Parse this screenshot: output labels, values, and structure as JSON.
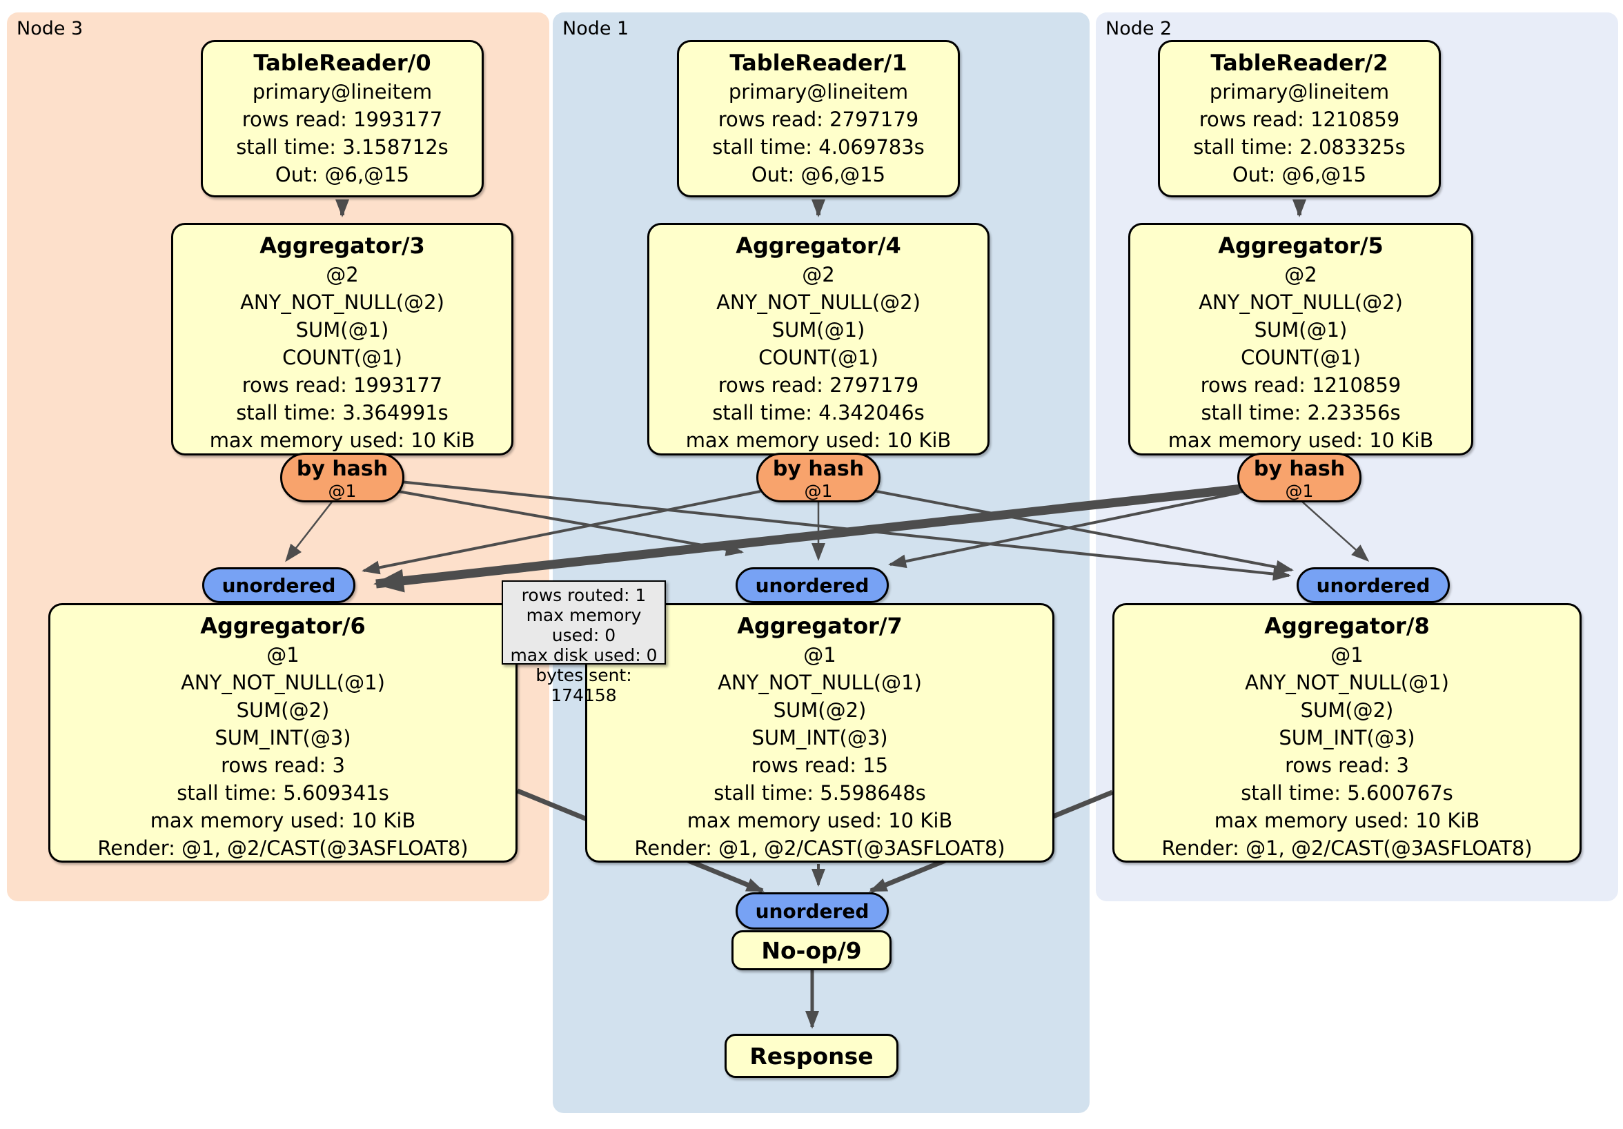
{
  "regions": [
    {
      "label": "Node 3"
    },
    {
      "label": "Node 1"
    },
    {
      "label": "Node 2"
    }
  ],
  "router": {
    "label": "by hash",
    "key": "@1"
  },
  "stream": {
    "unordered": "unordered"
  },
  "tooltip": {
    "lines": [
      "rows routed: 1",
      "max memory used: 0",
      "max disk used: 0",
      "bytes sent: 174158"
    ]
  },
  "p": {
    "tr0": {
      "title": "TableReader/0",
      "lines": [
        "primary@lineitem",
        "rows read: 1993177",
        "stall time: 3.158712s",
        "Out: @6,@15"
      ]
    },
    "tr1": {
      "title": "TableReader/1",
      "lines": [
        "primary@lineitem",
        "rows read: 2797179",
        "stall time: 4.069783s",
        "Out: @6,@15"
      ]
    },
    "tr2": {
      "title": "TableReader/2",
      "lines": [
        "primary@lineitem",
        "rows read: 1210859",
        "stall time: 2.083325s",
        "Out: @6,@15"
      ]
    },
    "ag3": {
      "title": "Aggregator/3",
      "lines": [
        "@2",
        "ANY_NOT_NULL(@2)",
        "SUM(@1)",
        "COUNT(@1)",
        "rows read: 1993177",
        "stall time: 3.364991s",
        "max memory used: 10 KiB"
      ]
    },
    "ag4": {
      "title": "Aggregator/4",
      "lines": [
        "@2",
        "ANY_NOT_NULL(@2)",
        "SUM(@1)",
        "COUNT(@1)",
        "rows read: 2797179",
        "stall time: 4.342046s",
        "max memory used: 10 KiB"
      ]
    },
    "ag5": {
      "title": "Aggregator/5",
      "lines": [
        "@2",
        "ANY_NOT_NULL(@2)",
        "SUM(@1)",
        "COUNT(@1)",
        "rows read: 1210859",
        "stall time: 2.23356s",
        "max memory used: 10 KiB"
      ]
    },
    "ag6": {
      "title": "Aggregator/6",
      "lines": [
        "@1",
        "ANY_NOT_NULL(@1)",
        "SUM(@2)",
        "SUM_INT(@3)",
        "rows read: 3",
        "stall time: 5.609341s",
        "max memory used: 10 KiB",
        "Render: @1, @2/CAST(@3ASFLOAT8)"
      ]
    },
    "ag7": {
      "title": "Aggregator/7",
      "lines": [
        "@1",
        "ANY_NOT_NULL(@1)",
        "SUM(@2)",
        "SUM_INT(@3)",
        "rows read: 15",
        "stall time: 5.598648s",
        "max memory used: 10 KiB",
        "Render: @1, @2/CAST(@3ASFLOAT8)"
      ]
    },
    "ag8": {
      "title": "Aggregator/8",
      "lines": [
        "@1",
        "ANY_NOT_NULL(@1)",
        "SUM(@2)",
        "SUM_INT(@3)",
        "rows read: 3",
        "stall time: 5.600767s",
        "max memory used: 10 KiB",
        "Render: @1, @2/CAST(@3ASFLOAT8)"
      ]
    },
    "noop": {
      "title": "No-op/9"
    },
    "resp": {
      "title": "Response"
    }
  },
  "colors": {
    "node3_bg": "#fde0cb",
    "node1_bg": "#d2e1ee",
    "node2_bg": "#e8edf8",
    "processor_fill": "#ffffcb",
    "router_fill": "#f8a36c",
    "stream_fill": "#77a2f4",
    "edge": "#4d4d4d",
    "tooltip_bg": "#e9e9e9"
  }
}
